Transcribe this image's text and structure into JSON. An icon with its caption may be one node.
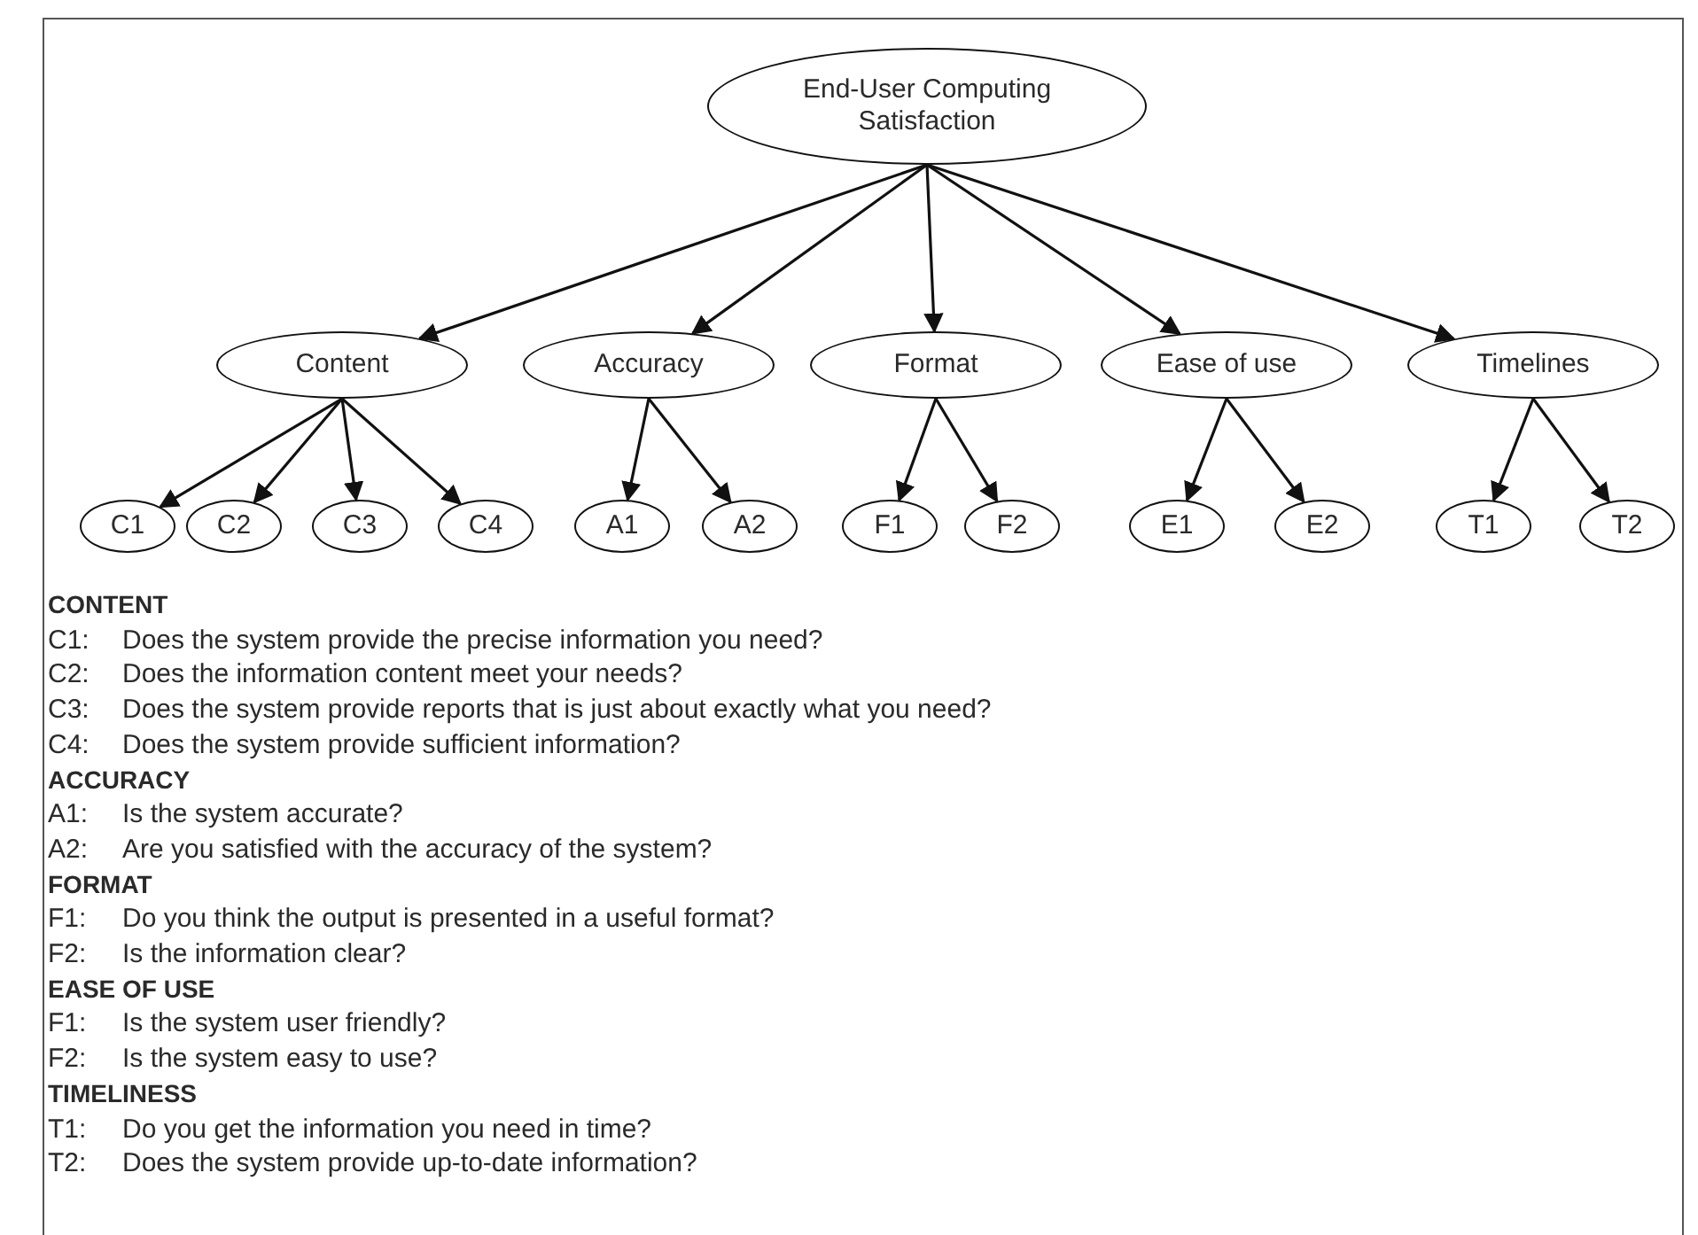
{
  "diagram": {
    "nodes": [
      {
        "text": [
          "End-User Computing Satisfaction"
        ]
      },
      {
        "text": [
          "Content"
        ]
      },
      {
        "text": [
          "Accuracy"
        ]
      },
      {
        "text": [
          "Format"
        ]
      },
      {
        "text": [
          "Ease of use"
        ]
      },
      {
        "text": [
          "Timelines"
        ]
      },
      {
        "text": [
          "C1"
        ]
      },
      {
        "text": [
          "C2"
        ]
      },
      {
        "text": [
          "C3"
        ]
      },
      {
        "text": [
          "C4"
        ]
      },
      {
        "text": [
          "A1"
        ]
      },
      {
        "text": [
          "A2"
        ]
      },
      {
        "text": [
          "F1"
        ]
      },
      {
        "text": [
          "F2"
        ]
      },
      {
        "text": [
          "E1"
        ]
      },
      {
        "text": [
          "E2"
        ]
      },
      {
        "text": [
          "T1"
        ]
      },
      {
        "text": [
          "T2"
        ]
      }
    ],
    "edges": [
      {
        "from": 0,
        "to": 1,
        "arrow": "to"
      },
      {
        "from": 0,
        "to": 2,
        "arrow": "to"
      },
      {
        "from": 0,
        "to": 3,
        "arrow": "to"
      },
      {
        "from": 0,
        "to": 4,
        "arrow": "to"
      },
      {
        "from": 0,
        "to": 5,
        "arrow": "to"
      },
      {
        "from": 1,
        "to": 6,
        "arrow": "to"
      },
      {
        "from": 1,
        "to": 7,
        "arrow": "to"
      },
      {
        "from": 1,
        "to": 8,
        "arrow": "to"
      },
      {
        "from": 1,
        "to": 9,
        "arrow": "to"
      },
      {
        "from": 2,
        "to": 10,
        "arrow": "to"
      },
      {
        "from": 2,
        "to": 11,
        "arrow": "to"
      },
      {
        "from": 3,
        "to": 12,
        "arrow": "to"
      },
      {
        "from": 3,
        "to": 13,
        "arrow": "to"
      },
      {
        "from": 4,
        "to": 14,
        "arrow": "to"
      },
      {
        "from": 4,
        "to": 15,
        "arrow": "to"
      },
      {
        "from": 5,
        "to": 16,
        "arrow": "to"
      },
      {
        "from": 5,
        "to": 17,
        "arrow": "to"
      }
    ],
    "labels": [
      "CONTENT",
      "C1:",
      "Does the system provide the precise information you need?",
      "C2:",
      "Does the information content meet your needs?",
      "C3:",
      "Does the system provide reports that is just about exactly what you need?",
      "C4:",
      "Does the system provide sufficient information?",
      "ACCURACY",
      "A1:",
      "Is the system accurate?",
      "A2:",
      "Are you satisfied with the accuracy of the system?",
      "FORMAT",
      "F1:",
      "Do you think the output is presented in a useful format?",
      "F2:",
      "Is the information clear?",
      "EASE OF USE",
      "F1:",
      "Is the system user friendly?",
      "F2:",
      "Is the system easy to use?",
      "TIMELINESS",
      "T1:",
      "Do you get the information you need in time?",
      "T2:",
      "Does the system provide up-to-date information?"
    ]
  }
}
